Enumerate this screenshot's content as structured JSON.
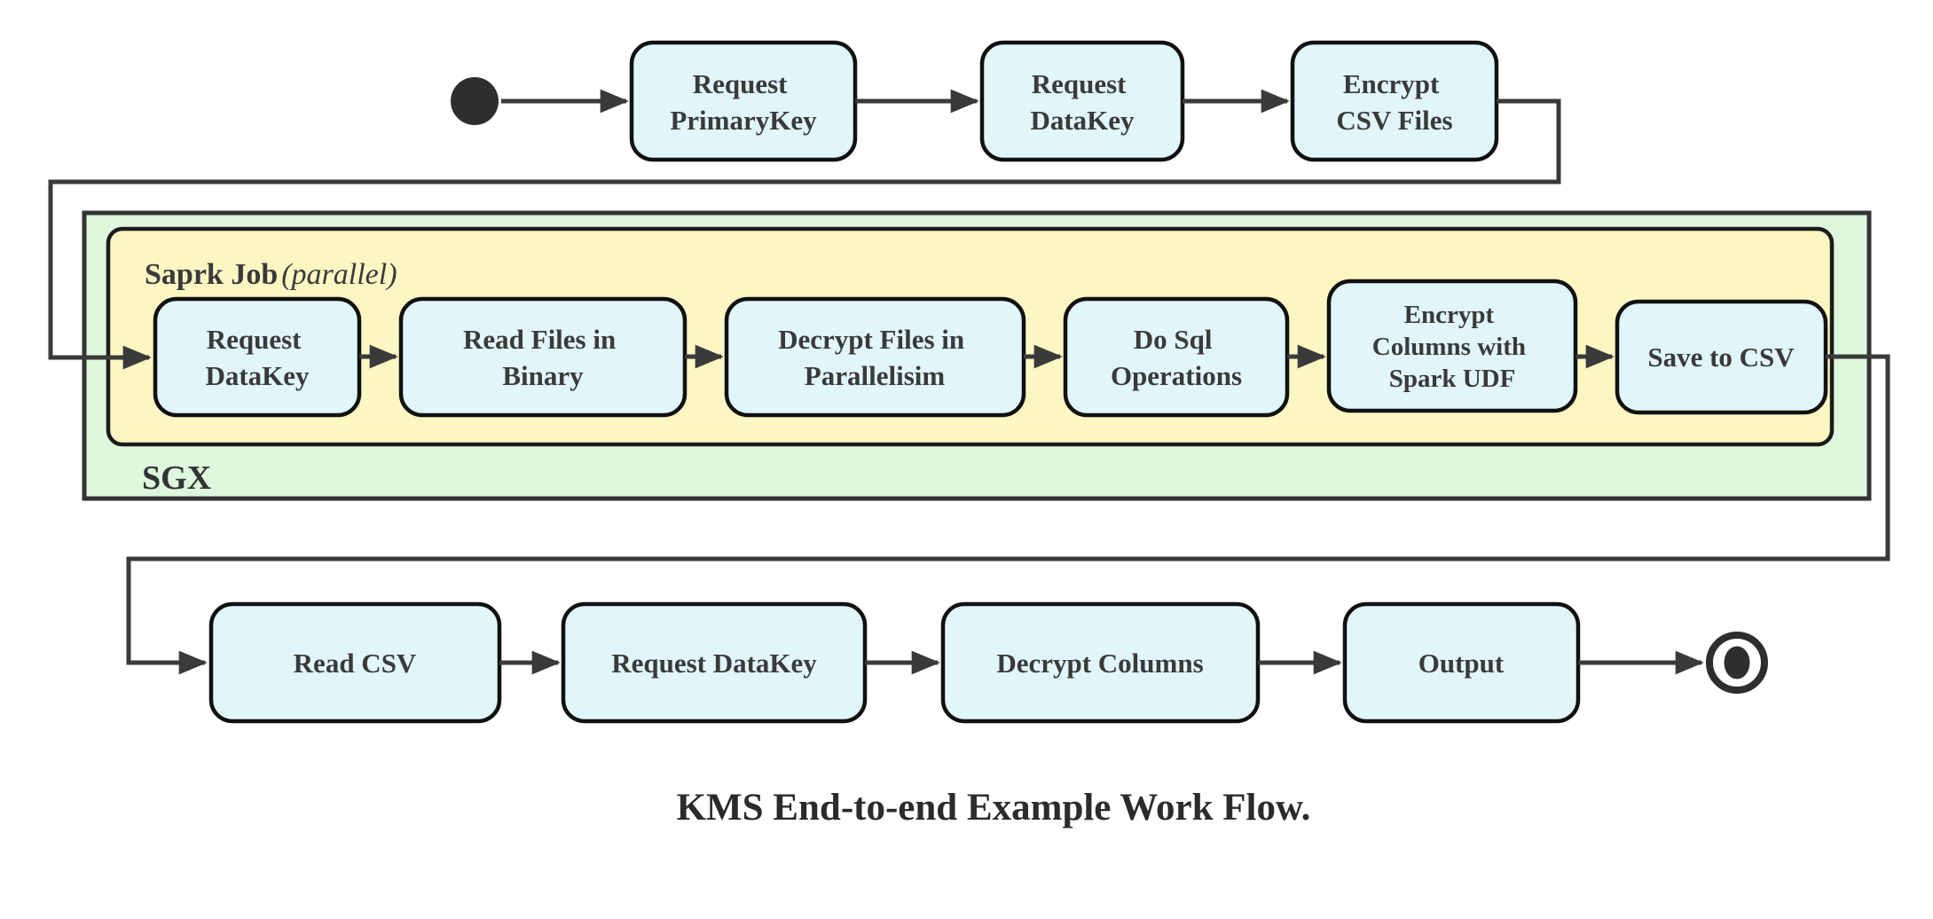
{
  "flowchart": {
    "caption": "KMS End-to-end Example Work Flow.",
    "sgx_container": {
      "label": "SGX"
    },
    "spark_container": {
      "label": "Saprk Job",
      "label_suffix": " (parallel)"
    },
    "top_row": [
      {
        "line1": "Request",
        "line2": "PrimaryKey"
      },
      {
        "line1": "Request",
        "line2": "DataKey"
      },
      {
        "line1": "Encrypt",
        "line2": "CSV Files"
      }
    ],
    "middle_row": [
      {
        "line1": "Request",
        "line2": "DataKey"
      },
      {
        "line1": "Read Files in",
        "line2": "Binary"
      },
      {
        "line1": "Decrypt Files in",
        "line2": "Parallelisim"
      },
      {
        "line1": "Do Sql",
        "line2": "Operations"
      },
      {
        "line1": "Encrypt",
        "line2": "Columns with",
        "line3": "Spark UDF"
      },
      {
        "line1": "Save to CSV"
      }
    ],
    "bottom_row": [
      {
        "line1": "Read CSV"
      },
      {
        "line1": "Request DataKey"
      },
      {
        "line1": "Decrypt Columns"
      },
      {
        "line1": "Output"
      }
    ],
    "colors": {
      "node_fill": "#e1f6fb",
      "node_border": "#111111",
      "label_text": "#3a3a3a",
      "edge": "#3a3a3a",
      "sgx_fill": "#ddf8dd",
      "sgx_border": "#333333",
      "spark_fill": "#fcf6c3",
      "spark_border": "#1c1c1c",
      "start_end_node": "#2e2e2e",
      "background": "#ffffff"
    }
  }
}
